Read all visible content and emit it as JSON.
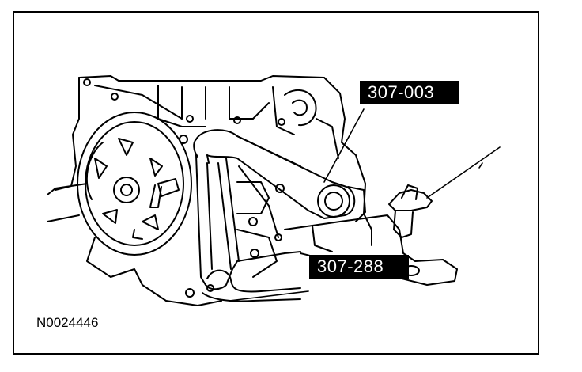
{
  "figure_id": "N0024446",
  "callouts": [
    {
      "label": "307-003"
    },
    {
      "label": "307-288"
    }
  ]
}
